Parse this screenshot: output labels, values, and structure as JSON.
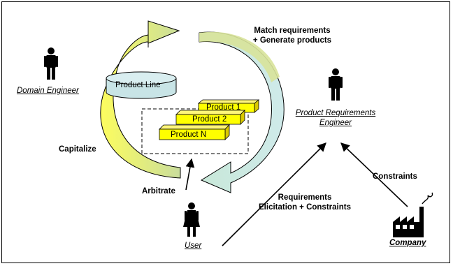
{
  "labels": {
    "match_line1": "Match requirements",
    "match_line2": "+ Generate products",
    "capitalize": "Capitalize",
    "arbitrate": "Arbitrate",
    "requirements_line1": "Requirements",
    "requirements_line2": "Elicitation + Constraints",
    "constraints": "Constraints"
  },
  "actors": {
    "domain_engineer": "Domain Engineer",
    "product_req_engineer_line1": "Product Requirements",
    "product_req_engineer_line2": "Engineer",
    "user": "User",
    "company": "Company"
  },
  "elements": {
    "product_line": "Product Line",
    "product_1": "Product 1",
    "product_2": "Product 2",
    "product_n": "Product N"
  },
  "colors": {
    "arrow_yellow": "#fdfd6a",
    "arrow_teal": "#d5ecec",
    "product_fill": "#ffff00",
    "product_line_fill": "#c8e4e6"
  }
}
